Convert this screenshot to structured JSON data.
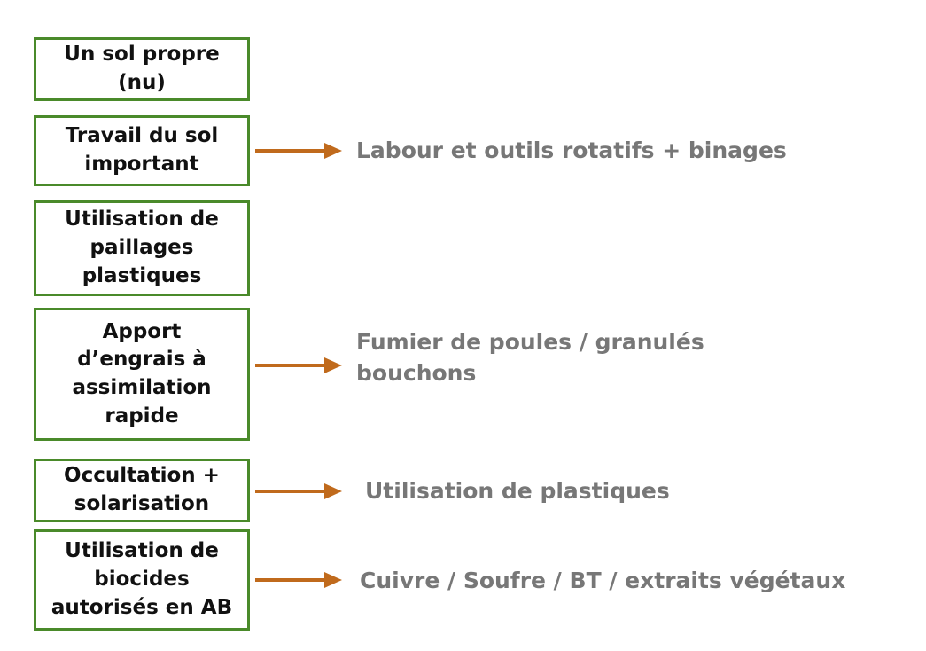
{
  "colors": {
    "box_border": "#4a8a2a",
    "arrow": "#c06a1c",
    "note_text": "#777777",
    "box_text": "#111111"
  },
  "practices": [
    {
      "label": "Un sol propre\n(nu)"
    },
    {
      "label": "Travail du sol\nimportant",
      "note": "Labour et outils rotatifs + binages"
    },
    {
      "label": "Utilisation de\npaillages\nplastiques"
    },
    {
      "label": "Apport\nd’engrais à\nassimilation\nrapide",
      "note": "Fumier de poules / granulés\nbouchons"
    },
    {
      "label": "Occultation +\nsolarisation",
      "note": "Utilisation de plastiques"
    },
    {
      "label": "Utilisation de\nbiocides\nautorisés en AB",
      "note": "Cuivre / Soufre / BT / extraits végétaux"
    }
  ]
}
